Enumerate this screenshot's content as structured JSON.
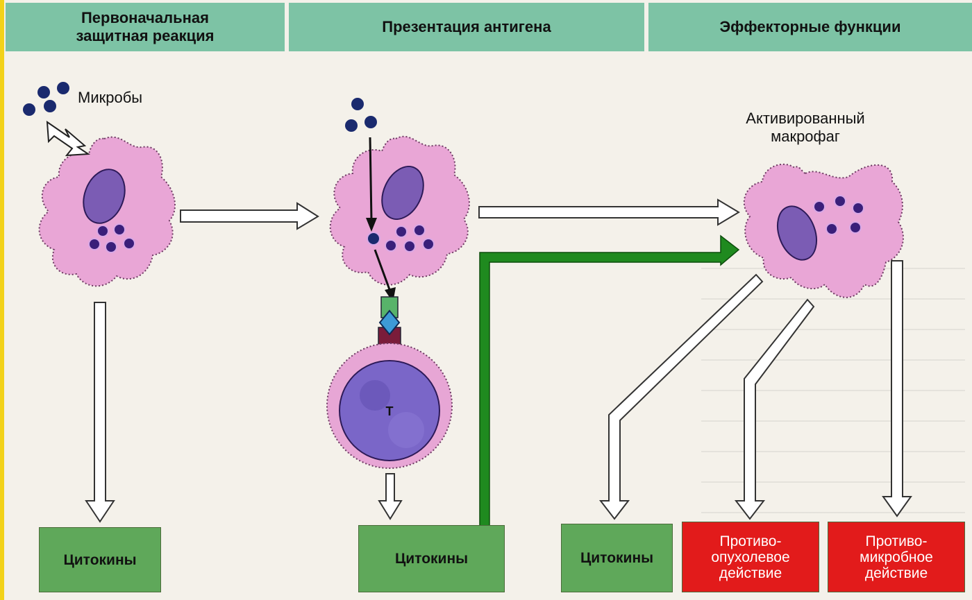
{
  "headers": {
    "initial": [
      "Первоначальная",
      "защитная реакция"
    ],
    "antigen": "Презентация антигена",
    "effector": "Эффекторные функции"
  },
  "labels": {
    "microbes": "Микробы",
    "activated_macrophage": [
      "Активированный",
      "макрофаг"
    ],
    "t_cell": "T"
  },
  "boxes": {
    "cytokines_1": "Цитокины",
    "cytokines_2": "Цитокины",
    "cytokines_3": "Цитокины",
    "antitumor": [
      "Противо-",
      "опухолевое",
      "действие"
    ],
    "antimicrobial": [
      "Противо-",
      "микробное",
      "действие"
    ]
  },
  "colors": {
    "header_bg": "#7dc3a5",
    "macrophage": "#e9a6d6",
    "nucleus": "#7b5cb4",
    "granule": "#3a1f7a",
    "microbe": "#1a2a6e",
    "t_cell_outer": "#e7a6d5",
    "t_cell_inner": "#7a66c8",
    "green_arrow": "#1f8a1f",
    "green_box": "#5fa85a",
    "red_box": "#e21b1b"
  }
}
